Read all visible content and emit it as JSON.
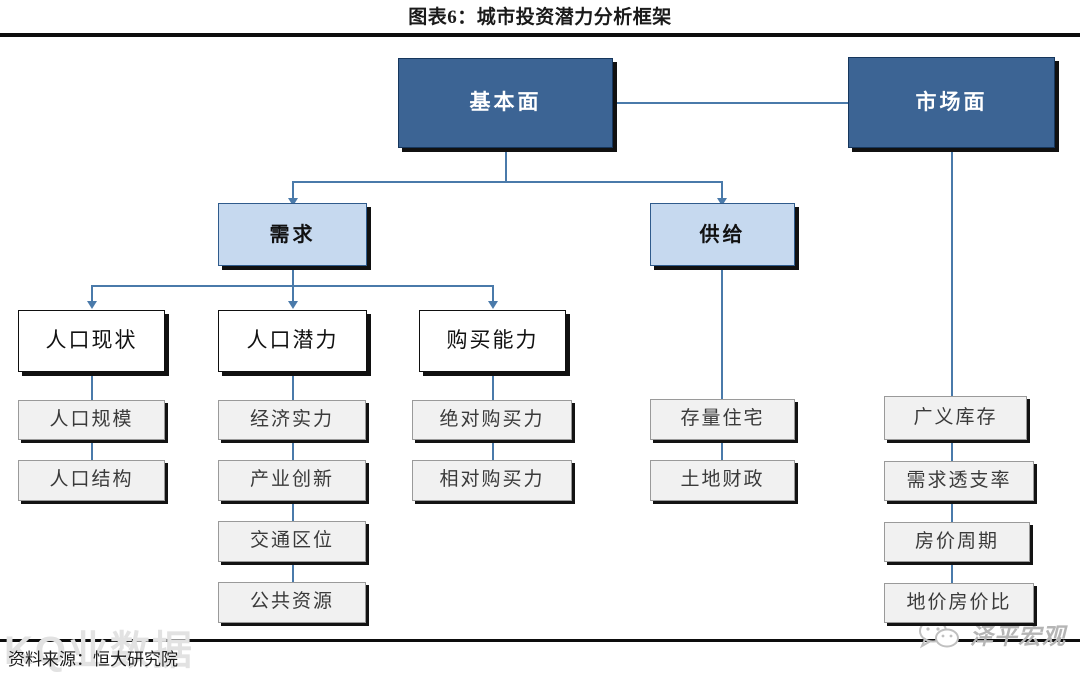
{
  "header": {
    "title": "图表6：城市投资潜力分析框架"
  },
  "footer": {
    "source": "资料来源：恒大研究院",
    "watermark_left": "KQ业数据",
    "watermark_brand": "泽平宏观"
  },
  "diagram": {
    "type": "tree",
    "root_left": {
      "label": "基本面",
      "level": 1
    },
    "root_right": {
      "label": "市场面",
      "level": 1
    },
    "branches": [
      {
        "label": "需求",
        "level": 2,
        "parent": "基本面",
        "children": [
          {
            "label": "人口现状",
            "level": 3,
            "leaves": [
              "人口规模",
              "人口结构"
            ]
          },
          {
            "label": "人口潜力",
            "level": 3,
            "leaves": [
              "经济实力",
              "产业创新",
              "交通区位",
              "公共资源"
            ]
          },
          {
            "label": "购买能力",
            "level": 3,
            "leaves": [
              "绝对购买力",
              "相对购买力"
            ]
          }
        ]
      },
      {
        "label": "供给",
        "level": 2,
        "parent": "基本面",
        "children": [
          {
            "label": "",
            "level": 3,
            "leaves": [
              "存量住宅",
              "土地财政"
            ]
          }
        ]
      },
      {
        "label": "",
        "level": 2,
        "parent": "市场面",
        "children": [
          {
            "label": "",
            "level": 3,
            "leaves": [
              "广义库存",
              "需求透支率",
              "房价周期",
              "地价房价比"
            ]
          }
        ]
      }
    ]
  },
  "nodes": {
    "fundamental": "基本面",
    "market": "市场面",
    "demand": "需求",
    "supply": "供给",
    "pop_status": "人口现状",
    "pop_potential": "人口潜力",
    "purchase_power": "购买能力",
    "pop_scale": "人口规模",
    "pop_structure": "人口结构",
    "econ_strength": "经济实力",
    "industry_innovation": "产业创新",
    "transport_location": "交通区位",
    "public_resource": "公共资源",
    "abs_purchase": "绝对购买力",
    "rel_purchase": "相对购买力",
    "stock_housing": "存量住宅",
    "land_finance": "土地财政",
    "broad_inventory": "广义库存",
    "demand_overdraft": "需求透支率",
    "price_cycle": "房价周期",
    "land_price_ratio": "地价房价比"
  },
  "colors": {
    "level1_fill": "#3c6494",
    "level2_fill": "#c6d9ef",
    "level3_fill": "#ffffff",
    "level4_fill": "#f1f1f1",
    "connector": "#4a7aaa",
    "rule": "#0d0d0d"
  }
}
